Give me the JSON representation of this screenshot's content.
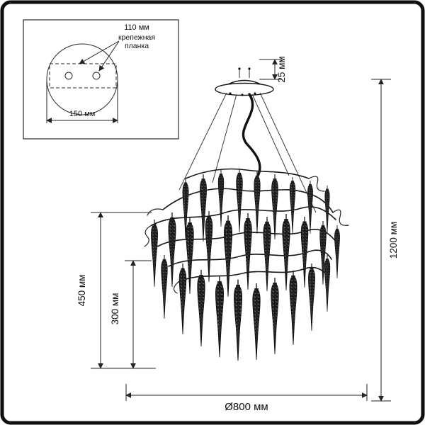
{
  "inset": {
    "dim_110": "110 мм",
    "plate_label_line1": "крепежная",
    "plate_label_line2": "планка",
    "dim_150": "150 мм"
  },
  "dimensions": {
    "canopy_height": "25 мм",
    "decor_height": "450 мм",
    "inner_height": "300 мм",
    "total_height": "1200 мм",
    "diameter": "Ø800 мм"
  },
  "colors": {
    "line": "#1a1a1a",
    "icicle_dark": "#161616",
    "icicle_speckle": "#6e6e6e",
    "background": "#ffffff"
  }
}
